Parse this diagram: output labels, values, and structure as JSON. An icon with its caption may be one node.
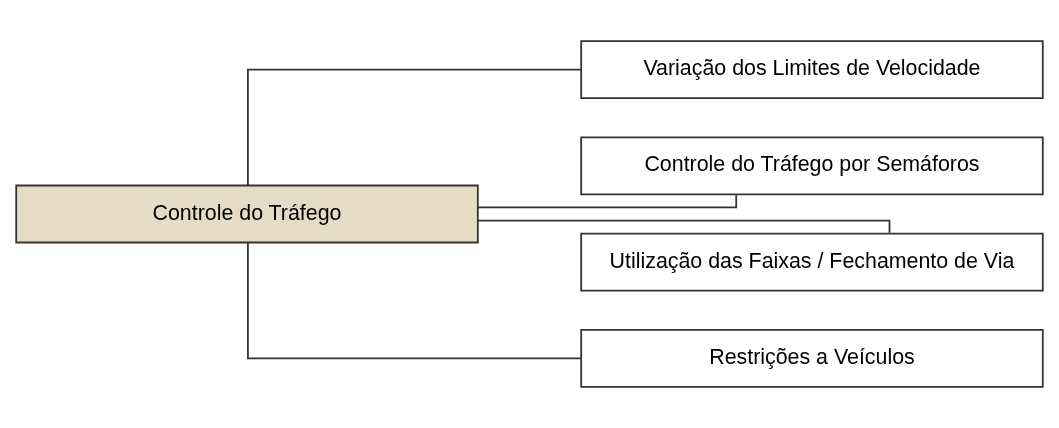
{
  "diagram": {
    "nodes": [
      {
        "text": [
          "Controle do Tráfego"
        ]
      },
      {
        "text": [
          "Variação dos Limites de Velocidade"
        ]
      },
      {
        "text": [
          "Controle do Tráfego por Semáforos"
        ]
      },
      {
        "text": [
          "Utilização das Faixas / Fechamento de Via"
        ]
      },
      {
        "text": [
          "Restrições a Veículos"
        ]
      }
    ],
    "edges": [
      {
        "from": 0,
        "to": 1,
        "arrow": "none"
      },
      {
        "from": 0,
        "to": 2,
        "arrow": "none"
      },
      {
        "from": 0,
        "to": 3,
        "arrow": "none"
      },
      {
        "from": 0,
        "to": 4,
        "arrow": "none"
      }
    ]
  }
}
